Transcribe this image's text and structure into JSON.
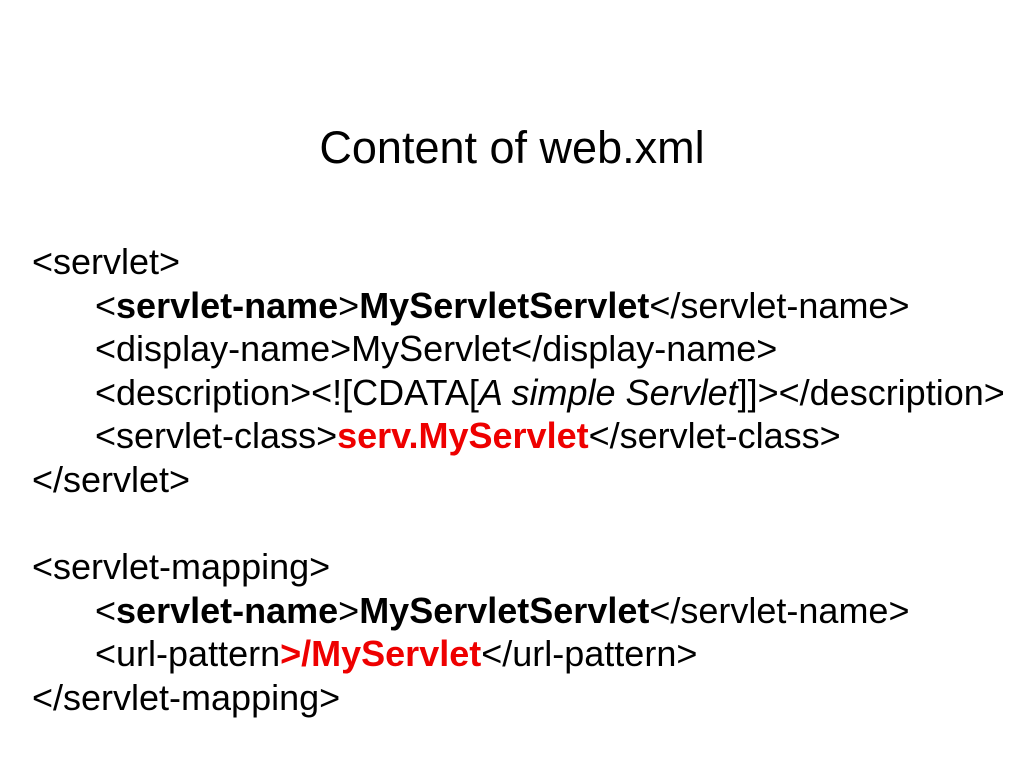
{
  "slide": {
    "title": "Content of web.xml",
    "colors": {
      "background": "#ffffff",
      "text": "#000000",
      "accent_red": "#ee0000"
    },
    "code_lines": [
      {
        "indent": 0,
        "segments": [
          {
            "text": "<servlet>"
          }
        ]
      },
      {
        "indent": 1,
        "segments": [
          {
            "text": "<"
          },
          {
            "text": "servlet-name",
            "bold": true
          },
          {
            "text": ">"
          },
          {
            "text": "MyServletServlet",
            "bold": true
          },
          {
            "text": "</servlet-name>"
          }
        ]
      },
      {
        "indent": 1,
        "segments": [
          {
            "text": "<display-name>MyServlet</display-name>"
          }
        ]
      },
      {
        "indent": 1,
        "segments": [
          {
            "text": "<description><![CDATA["
          },
          {
            "text": "A simple Servlet",
            "italic": true
          },
          {
            "text": "]]></description>"
          }
        ]
      },
      {
        "indent": 1,
        "segments": [
          {
            "text": "<servlet-class>"
          },
          {
            "text": "serv.MyServlet",
            "bold": true,
            "color": "red"
          },
          {
            "text": "</servlet-class>"
          }
        ]
      },
      {
        "indent": 0,
        "segments": [
          {
            "text": "</servlet>"
          }
        ]
      },
      {
        "indent": 0,
        "segments": []
      },
      {
        "indent": 0,
        "segments": [
          {
            "text": "<servlet-mapping>"
          }
        ]
      },
      {
        "indent": 1,
        "segments": [
          {
            "text": "<"
          },
          {
            "text": "servlet-name",
            "bold": true
          },
          {
            "text": ">"
          },
          {
            "text": "MyServletServlet",
            "bold": true
          },
          {
            "text": "</servlet-name>"
          }
        ]
      },
      {
        "indent": 1,
        "segments": [
          {
            "text": "<url-pattern"
          },
          {
            "text": ">/MyServlet",
            "bold": true,
            "color": "red"
          },
          {
            "text": "</url-pattern>"
          }
        ]
      },
      {
        "indent": 0,
        "segments": [
          {
            "text": "</servlet-mapping>"
          }
        ]
      }
    ]
  }
}
